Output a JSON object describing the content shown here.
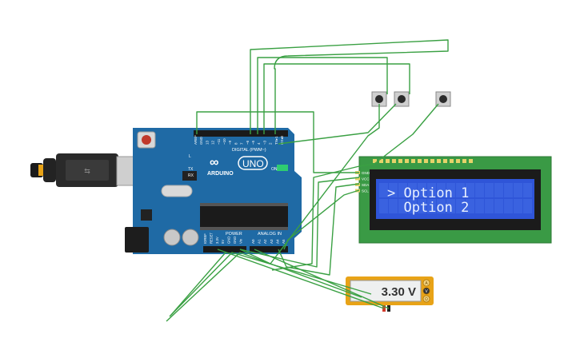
{
  "arduino": {
    "brand": "ARDUINO",
    "model": "UNO",
    "on_label": "ON",
    "digital_header": "DIGITAL (PWM~)",
    "power_header": "POWER",
    "analog_header": "ANALOG IN",
    "tx_label": "TX",
    "rx_label": "RX",
    "l_label": "L",
    "digital_pins": [
      "AREF",
      "GND",
      "13",
      "12",
      "~11",
      "~10",
      "~9",
      "8",
      "7",
      "~6",
      "~5",
      "4",
      "~3",
      "2",
      "TX▸1",
      "RX◂0"
    ],
    "power_pins": [
      "IOREF",
      "RESET",
      "3.3V",
      "5V",
      "GND",
      "GND",
      "Vin"
    ],
    "analog_pins": [
      "A0",
      "A1",
      "A2",
      "A3",
      "A4",
      "A5"
    ]
  },
  "lcd": {
    "line1": "> Option 1",
    "line2": "  Option 2",
    "pins": [
      "GND",
      "VCC",
      "SDA",
      "SCL"
    ]
  },
  "multimeter": {
    "reading": "3.30 V",
    "modes": [
      "A",
      "V",
      "Ω"
    ]
  },
  "buttons": [
    "button-1",
    "button-2",
    "button-3"
  ],
  "colors": {
    "board": "#1f6aa5",
    "wire": "#3aa043",
    "lcd_pcb": "#3a9a45",
    "lcd_screen": "#2f55d8",
    "meter_frame": "#e8a317"
  }
}
